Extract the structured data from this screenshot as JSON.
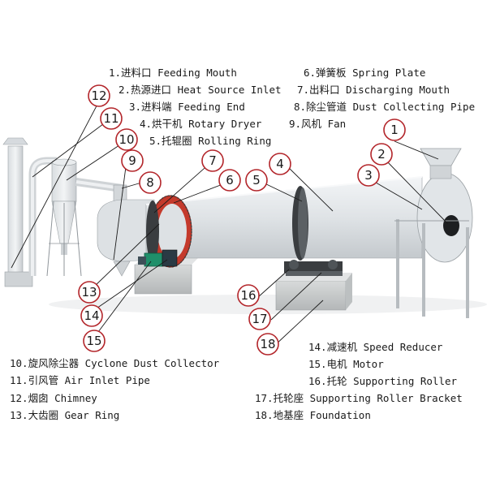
{
  "labels_top": [
    {
      "id": "l1",
      "text": "1.进料口  Feeding Mouth"
    },
    {
      "id": "l2",
      "text": "2.热源进口 Heat Source Inlet"
    },
    {
      "id": "l3",
      "text": "3.进料端  Feeding End"
    },
    {
      "id": "l4",
      "text": "4.烘干机  Rotary Dryer"
    },
    {
      "id": "l5",
      "text": "5.托辊圈  Rolling Ring"
    },
    {
      "id": "l6",
      "text": "6.弹簧板  Spring Plate"
    },
    {
      "id": "l7",
      "text": "7.出料口  Discharging Mouth"
    },
    {
      "id": "l8",
      "text": "8.除尘管道  Dust Collecting Pipe"
    },
    {
      "id": "l9",
      "text": "9.风机  Fan"
    }
  ],
  "labels_bottom": [
    {
      "id": "l10",
      "text": "10.旋风除尘器  Cyclone Dust Collector"
    },
    {
      "id": "l11",
      "text": "11.引风管  Air Inlet Pipe"
    },
    {
      "id": "l12",
      "text": "12.烟囱  Chimney"
    },
    {
      "id": "l13",
      "text": "13.大齿圈  Gear Ring"
    },
    {
      "id": "l14",
      "text": "14.减速机  Speed Reducer"
    },
    {
      "id": "l15",
      "text": "15.电机  Motor"
    },
    {
      "id": "l16",
      "text": "16.托轮  Supporting Roller"
    },
    {
      "id": "l17",
      "text": "17.托轮座  Supporting Roller Bracket"
    },
    {
      "id": "l18",
      "text": "18.地基座  Foundation"
    }
  ],
  "callouts": [
    "1",
    "2",
    "3",
    "4",
    "5",
    "6",
    "7",
    "8",
    "9",
    "10",
    "11",
    "12",
    "13",
    "14",
    "15",
    "16",
    "17",
    "18"
  ],
  "colors": {
    "callout_stroke": "#b3262b",
    "leader_line": "#1a1a1a",
    "drum": "#e4e7ea",
    "gear_ring": "#c43a2c",
    "motor": "#1f8f6a",
    "foundation": "#c9cbcc"
  }
}
